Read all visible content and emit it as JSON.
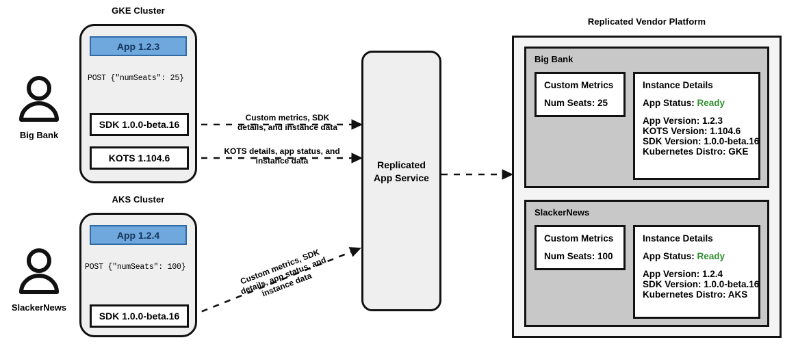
{
  "diagram": {
    "title_gke": "GKE Cluster",
    "title_aks": "AKS Cluster",
    "title_platform": "Replicated Vendor Platform"
  },
  "personas": [
    {
      "name": "Big Bank",
      "icon": "user-icon"
    },
    {
      "name": "SlackerNews",
      "icon": "user-icon"
    }
  ],
  "gke_cluster": {
    "app": "App 1.2.3",
    "post_call": "POST {\"numSeats\": 25}",
    "sdk": "SDK 1.0.0-beta.16",
    "kots": "KOTS 1.104.6"
  },
  "aks_cluster": {
    "app": "App 1.2.4",
    "post_call": "POST {\"numSeats\": 100}",
    "sdk": "SDK 1.0.0-beta.16"
  },
  "service": {
    "line1": "Replicated",
    "line2": "App Service"
  },
  "edges": {
    "sdk_to_service": "Custom metrics, SDK\ndetails, and instance data",
    "kots_to_service": "KOTS details, app status, and\ninstance data",
    "aks_to_service": "Custom metrics, SDK\ndetails, app status, and\ninstance data"
  },
  "tenants": [
    {
      "name": "Big Bank",
      "metrics": {
        "heading": "Custom Metrics",
        "rows": [
          "Num Seats: 25"
        ]
      },
      "details": {
        "heading": "Instance Details",
        "status_label": "App Status:",
        "status_value": "Ready",
        "rows": [
          "App Version: 1.2.3",
          "KOTS Version: 1.104.6",
          "SDK Version: 1.0.0-beta.16",
          "Kubernetes Distro: GKE"
        ]
      }
    },
    {
      "name": "SlackerNews",
      "metrics": {
        "heading": "Custom Metrics",
        "rows": [
          "Num Seats: 100"
        ]
      },
      "details": {
        "heading": "Instance Details",
        "status_label": "App Status:",
        "status_value": "Ready",
        "rows": [
          "App Version: 1.2.4",
          "SDK Version: 1.0.0-beta.16",
          "Kubernetes Distro: AKS"
        ]
      }
    }
  ],
  "colors": {
    "app_fill": "#6fa8dc",
    "app_border": "#2f6aa5",
    "cluster_fill": "#efefef",
    "tenant_fill": "#c8c8c8",
    "platform_fill": "#f4f4f4",
    "status_ready": "#2f8f2f",
    "stroke": "#111111"
  }
}
